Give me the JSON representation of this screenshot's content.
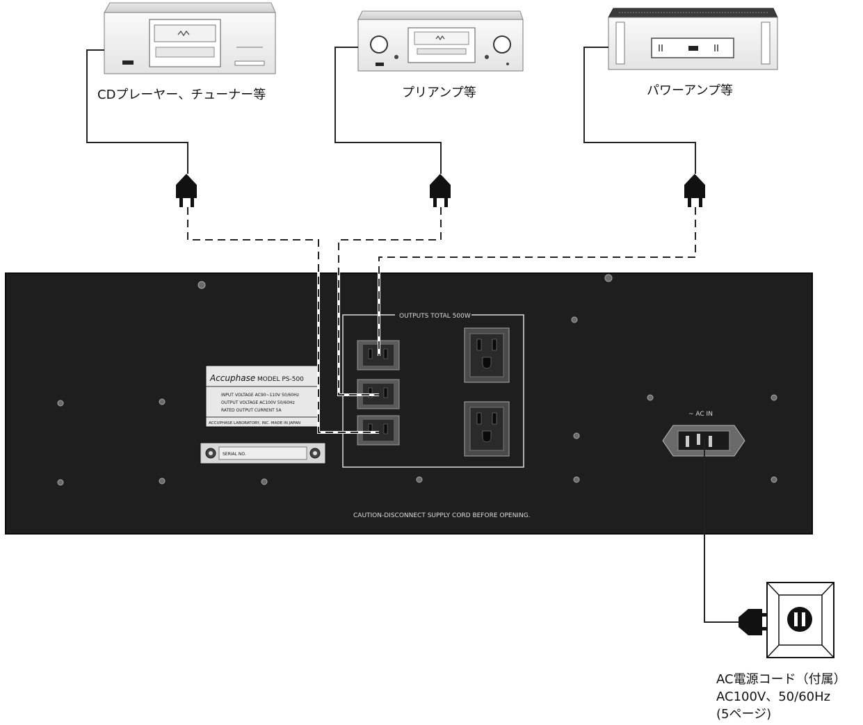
{
  "components": {
    "cd_player_label": "CDプレーヤー、チューナー等",
    "preamp_label": "プリアンプ等",
    "power_amp_label": "パワーアンプ等"
  },
  "rear_panel": {
    "outputs_label": "OUTPUTS  TOTAL 500W",
    "ac_in_label": "~ AC IN",
    "caution_text": "CAUTION-DISCONNECT SUPPLY CORD BEFORE OPENING.",
    "nameplate": {
      "brand": "Accuphase",
      "model": "MODEL  PS-500",
      "input_voltage": "INPUT VOLTAGE  AC90~110V  50/60Hz",
      "output_voltage": "OUTPUT VOLTAGE  AC100V  50/60Hz",
      "rated_output": "RATED OUTPUT CURRENT  5A",
      "maker": "ACCUPHASE LABORATORY, INC.  MADE IN JAPAN"
    },
    "serial_label": "SERIAL NO."
  },
  "power_cord": {
    "label_line1": "AC電源コード（付属）",
    "label_line2": "AC100V、50/60Hz",
    "label_line3": "(5ページ)"
  }
}
